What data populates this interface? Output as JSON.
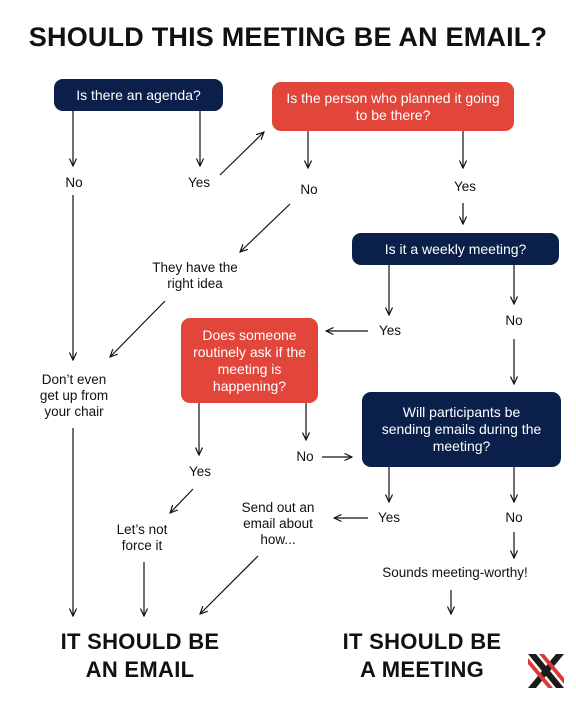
{
  "title": "SHOULD THIS MEETING BE AN EMAIL?",
  "nodes": {
    "agenda": "Is there an agenda?",
    "planner_present": "Is the person who planned it going to be there?",
    "weekly": "Is it a weekly meeting?",
    "someone_asks": "Does someone routinely ask if the meeting is happening?",
    "participants_emailing": "Will participants be sending emails during the meeting?"
  },
  "labels": {
    "agenda_no": "No",
    "agenda_yes": "Yes",
    "planner_no": "No",
    "planner_yes": "Yes",
    "right_idea_1": "They have the",
    "right_idea_2": "right idea",
    "weekly_yes": "Yes",
    "weekly_no": "No",
    "dont_get_up_1": "Don’t even",
    "dont_get_up_2": "get up from",
    "dont_get_up_3": "your chair",
    "asks_yes": "Yes",
    "asks_no": "No",
    "participants_yes": "Yes",
    "participants_no": "No",
    "not_force_1": "Let’s not",
    "not_force_2": "force it",
    "send_email_1": "Send out an",
    "send_email_2": "email about",
    "send_email_3": "how...",
    "meeting_worthy": "Sounds meeting-worthy!"
  },
  "outcomes": {
    "email_1": "IT SHOULD BE",
    "email_2": "AN EMAIL",
    "meeting_1": "IT SHOULD BE",
    "meeting_2": "A MEETING"
  },
  "colors": {
    "navy": "#0b1f4b",
    "red": "#e2453a",
    "text": "#111111",
    "logo_red": "#d93a35",
    "logo_dark": "#1b1b1b"
  },
  "logo_icon": "x-logo-icon"
}
